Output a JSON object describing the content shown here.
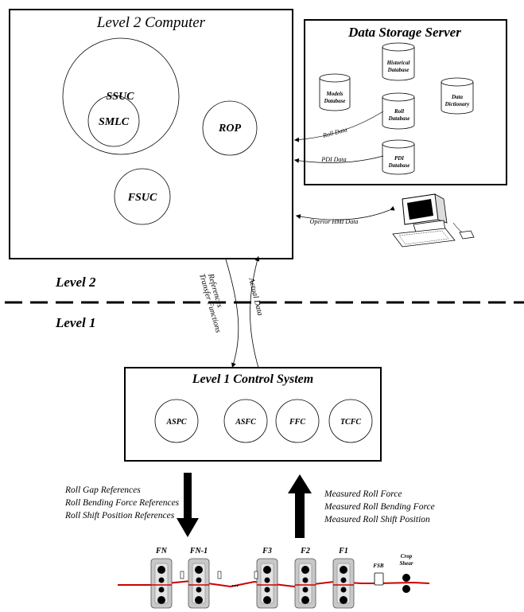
{
  "level2_computer": {
    "title": "Level 2  Computer",
    "modules": [
      "SSUC",
      "SMLC",
      "ROP",
      "FSUC"
    ]
  },
  "data_storage": {
    "title": "Data Storage Server",
    "databases": {
      "historical": [
        "Historical",
        "Database"
      ],
      "models": [
        "Models",
        "Database"
      ],
      "roll": [
        "Roll",
        "Database"
      ],
      "dictionary": [
        "Data",
        "Dictionary"
      ],
      "pdi": [
        "PDI",
        "Database"
      ]
    }
  },
  "links": {
    "roll_data": "Roll Data",
    "pdi_data": "PDI Data",
    "hmi_data": "Opertor HMI Data",
    "references": "References",
    "transfer_functions": "Transfer Functions",
    "actual_data": "Actual Data"
  },
  "levels": {
    "level2": "Level 2",
    "level1": "Level 1"
  },
  "level1_control": {
    "title": "Level 1 Control System",
    "modules": [
      "ASPC",
      "ASFC",
      "FFC",
      "TCFC"
    ]
  },
  "down_labels": [
    "Roll Gap References",
    "Roll Bending Force References",
    "Roll Shift Position References"
  ],
  "up_labels": [
    "Measured Roll Force",
    "Measured Roll Bending Force",
    "Measured Roll Shift Position"
  ],
  "mill": {
    "stands": [
      "FN",
      "FN-1",
      "F3",
      "F2",
      "F1"
    ],
    "ellipsis": "...",
    "fsb": "FSB",
    "crop_shear": [
      "Crop",
      "Shear"
    ]
  },
  "colors": {
    "line": "#000000",
    "strip": "#cc0000",
    "stand": "#c8c8c8"
  }
}
